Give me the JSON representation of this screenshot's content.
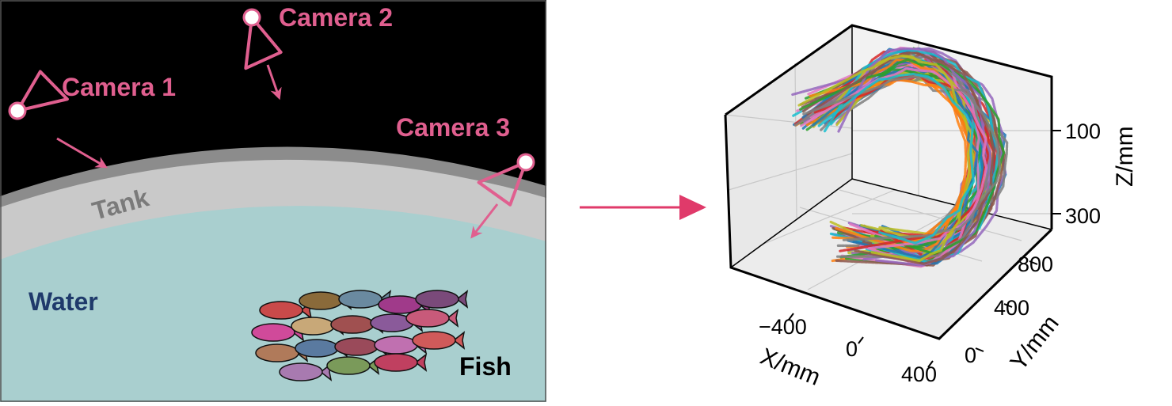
{
  "colors": {
    "camera": "#e05f8f",
    "arrow": "#e03a6a",
    "sky": "#000000",
    "tank_outer": "#8c8c8c",
    "tank": "#c9c9c9",
    "water": "#a9cfcf",
    "water_label": "#1f3a6b",
    "tank_label": "#7a7a7a"
  },
  "scene": {
    "cameras": [
      {
        "label": "Camera 1",
        "icon": "camera-icon"
      },
      {
        "label": "Camera 2",
        "icon": "camera-icon"
      },
      {
        "label": "Camera 3",
        "icon": "camera-icon"
      }
    ],
    "tank_label": "Tank",
    "water_label": "Water",
    "fish_label": "Fish",
    "fish_colors": [
      "#c94a4a",
      "#8a6a3a",
      "#6a8aa0",
      "#a03a8a",
      "#7a4a7a",
      "#d04a9a",
      "#c8a878",
      "#a05050",
      "#8a5a9a",
      "#c85a7a",
      "#b07a5a",
      "#5a7aa0",
      "#9a4a5a",
      "#c070b0",
      "#d05a5a",
      "#a87ab0",
      "#7a9a5a",
      "#c04060"
    ]
  },
  "transition_arrow": "right-arrow-icon",
  "chart_data": {
    "type": "3d-trajectories",
    "xlabel": "X/mm",
    "ylabel": "Y/mm",
    "zlabel": "Z/mm",
    "x_ticks": [
      "−400",
      "0",
      "400"
    ],
    "y_ticks": [
      "0",
      "400",
      "800"
    ],
    "z_ticks": [
      "100",
      "300"
    ],
    "xlim": [
      -600,
      500
    ],
    "ylim": [
      0,
      900
    ],
    "zlim": [
      0,
      350
    ],
    "grid": true,
    "legend": "none",
    "series_colors": [
      "#1f77b4",
      "#ff7f0e",
      "#2ca02c",
      "#d62728",
      "#9467bd",
      "#8c564b",
      "#e377c2",
      "#7f7f7f",
      "#bcbd22",
      "#17becf"
    ]
  }
}
